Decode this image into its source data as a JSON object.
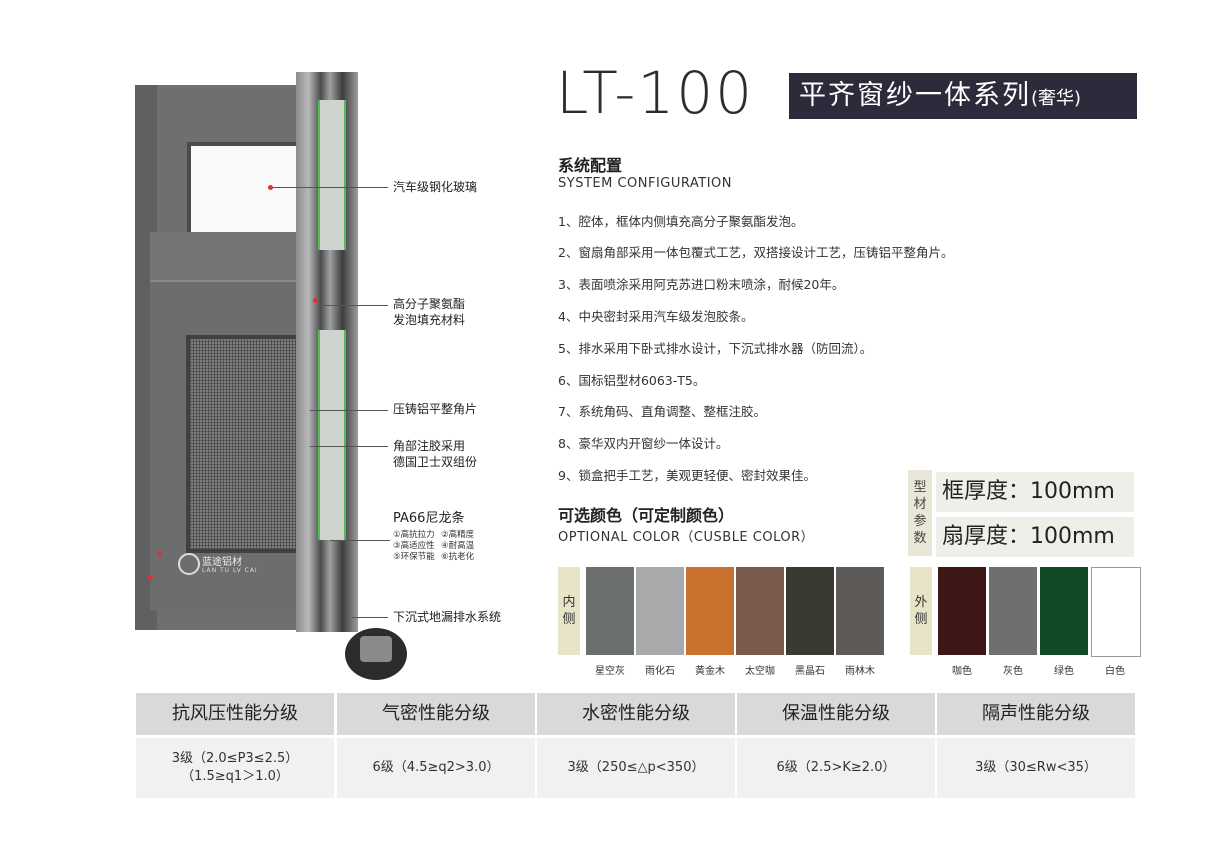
{
  "header": {
    "model": "LT-100",
    "series": "平齐窗纱一体系列",
    "series_note": "(奢华)"
  },
  "product": {
    "brand_name": "蓝途铝材",
    "brand_sub": "LAN TU LV CAI"
  },
  "callouts": {
    "glass": "汽车级钢化玻璃",
    "foam_1": "高分子聚氨酯",
    "foam_2": "发泡填充材料",
    "corner": "压铸铝平整角片",
    "glue_1": "角部注胶采用",
    "glue_2": "德国卫士双组份",
    "nylon": "PA66尼龙条",
    "nylon_features": [
      "①高抗拉力",
      "②高精度",
      "③高适应性",
      "④耐高温",
      "⑤环保节能",
      "⑥抗老化"
    ],
    "drain": "下沉式地漏排水系统"
  },
  "config": {
    "title": "系统配置",
    "subtitle": "SYSTEM CONFIGURATION",
    "items": [
      "1、腔体，框体内侧填充高分子聚氨酯发泡。",
      "2、窗扇角部采用一体包覆式工艺，双搭接设计工艺，压铸铝平整角片。",
      "3、表面喷涂采用阿克苏进口粉末喷涂，耐候20年。",
      "4、中央密封采用汽车级发泡胶条。",
      "5、排水采用下卧式排水设计，下沉式排水器（防回流）。",
      "6、国标铝型材6063-T5。",
      "7、系统角码、直角调整、整框注胶。",
      "8、豪华双内开窗纱一体设计。",
      "9、锁盒把手工艺，美观更轻便、密封效果佳。"
    ]
  },
  "params": {
    "tag": [
      "型",
      "材",
      "参",
      "数"
    ],
    "frame": "框厚度：100mm",
    "sash": "扇厚度：100mm"
  },
  "colors": {
    "title": "可选颜色（可定制颜色）",
    "subtitle": "OPTIONAL COLOR（CUSBLE COLOR）",
    "inner_tag": [
      "内",
      "侧"
    ],
    "outer_tag": [
      "外",
      "侧"
    ],
    "inner": [
      {
        "name": "星空灰",
        "color": "#6b6f70"
      },
      {
        "name": "雨化石",
        "color": "#a7a9aa"
      },
      {
        "name": "黄金木",
        "color": "#c9712e"
      },
      {
        "name": "太空咖",
        "color": "#7a5a4c"
      },
      {
        "name": "黑晶石",
        "color": "#3a3a33"
      },
      {
        "name": "雨林木",
        "color": "#5d5a57"
      }
    ],
    "outer": [
      {
        "name": "咖色",
        "color": "#3d1716"
      },
      {
        "name": "灰色",
        "color": "#6e6f71"
      },
      {
        "name": "绿色",
        "color": "#0f4a24"
      },
      {
        "name": "白色",
        "color": "#ffffff"
      }
    ]
  },
  "performance": {
    "headers": [
      "抗风压性能分级",
      "气密性能分级",
      "水密性能分级",
      "保温性能分级",
      "隔声性能分级"
    ],
    "values": [
      "3级（2.0≤P3≤2.5）\n（1.5≥q1＞1.0）",
      "6级（4.5≥q2>3.0）",
      "3级（250≤△p<350）",
      "6级（2.5>K≥2.0）",
      "3级（30≤Rw<35）"
    ]
  }
}
